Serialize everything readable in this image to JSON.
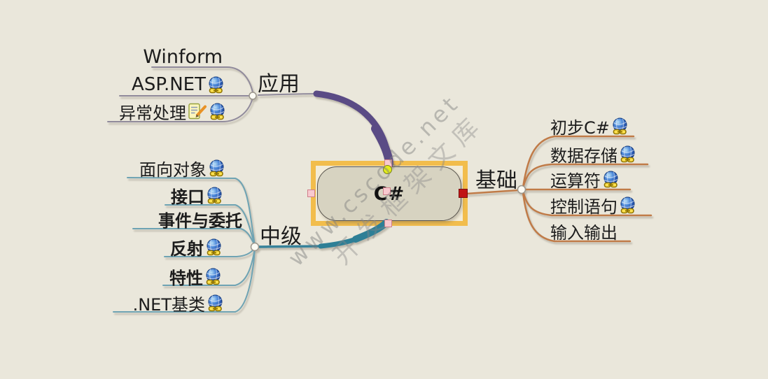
{
  "app": {
    "type": "mind-map"
  },
  "watermark": {
    "line1": "www.cscode.net",
    "line2": "开发框架文库"
  },
  "root": {
    "label": "C#",
    "selected": true
  },
  "branches": [
    {
      "label": "应用",
      "side": "top-left",
      "curve_color": "#5a4b85",
      "line_color": "#908a9b",
      "children": [
        {
          "label": "Winform",
          "icons": []
        },
        {
          "label": "ASP.NET",
          "icons": [
            "hyperlink-globe-icon"
          ]
        },
        {
          "label": "异常处理",
          "icons": [
            "notes-icon",
            "hyperlink-globe-icon"
          ]
        }
      ]
    },
    {
      "label": "基础",
      "side": "right",
      "curve_color": "#c07b48",
      "line_color": "#c07b48",
      "children": [
        {
          "label": "初步C#",
          "icons": [
            "hyperlink-globe-icon"
          ]
        },
        {
          "label": "数据存储",
          "icons": [
            "hyperlink-globe-icon"
          ]
        },
        {
          "label": "运算符",
          "icons": [
            "hyperlink-globe-icon"
          ]
        },
        {
          "label": "控制语句",
          "icons": [
            "hyperlink-globe-icon"
          ]
        },
        {
          "label": "输入输出",
          "icons": []
        }
      ]
    },
    {
      "label": "中级",
      "side": "bottom-left",
      "curve_color": "#2e7f96",
      "line_color": "#6ea3b3",
      "children": [
        {
          "label": "面向对象",
          "icons": [
            "hyperlink-globe-icon"
          ],
          "bold": false
        },
        {
          "label": "接口",
          "icons": [
            "hyperlink-globe-icon"
          ],
          "bold": true
        },
        {
          "label": "事件与委托",
          "icons": [],
          "bold": true
        },
        {
          "label": "反射",
          "icons": [
            "hyperlink-globe-icon"
          ],
          "bold": true
        },
        {
          "label": "特性",
          "icons": [
            "hyperlink-globe-icon"
          ],
          "bold": true
        },
        {
          "label": ".NET基类",
          "icons": [
            "hyperlink-globe-icon"
          ],
          "bold": false
        }
      ]
    }
  ],
  "colors": {
    "background": "#eae7db",
    "selection_frame": "#f2bd4c",
    "root_fill": "#d7d3c1",
    "root_border": "#56524b",
    "handle_pink": "#f8c9cf",
    "handle_red": "#c01414",
    "anchor_yellow": "#e4ed1a",
    "text": "#1c1c1c",
    "watermark_gray": "#8c8c8c"
  }
}
